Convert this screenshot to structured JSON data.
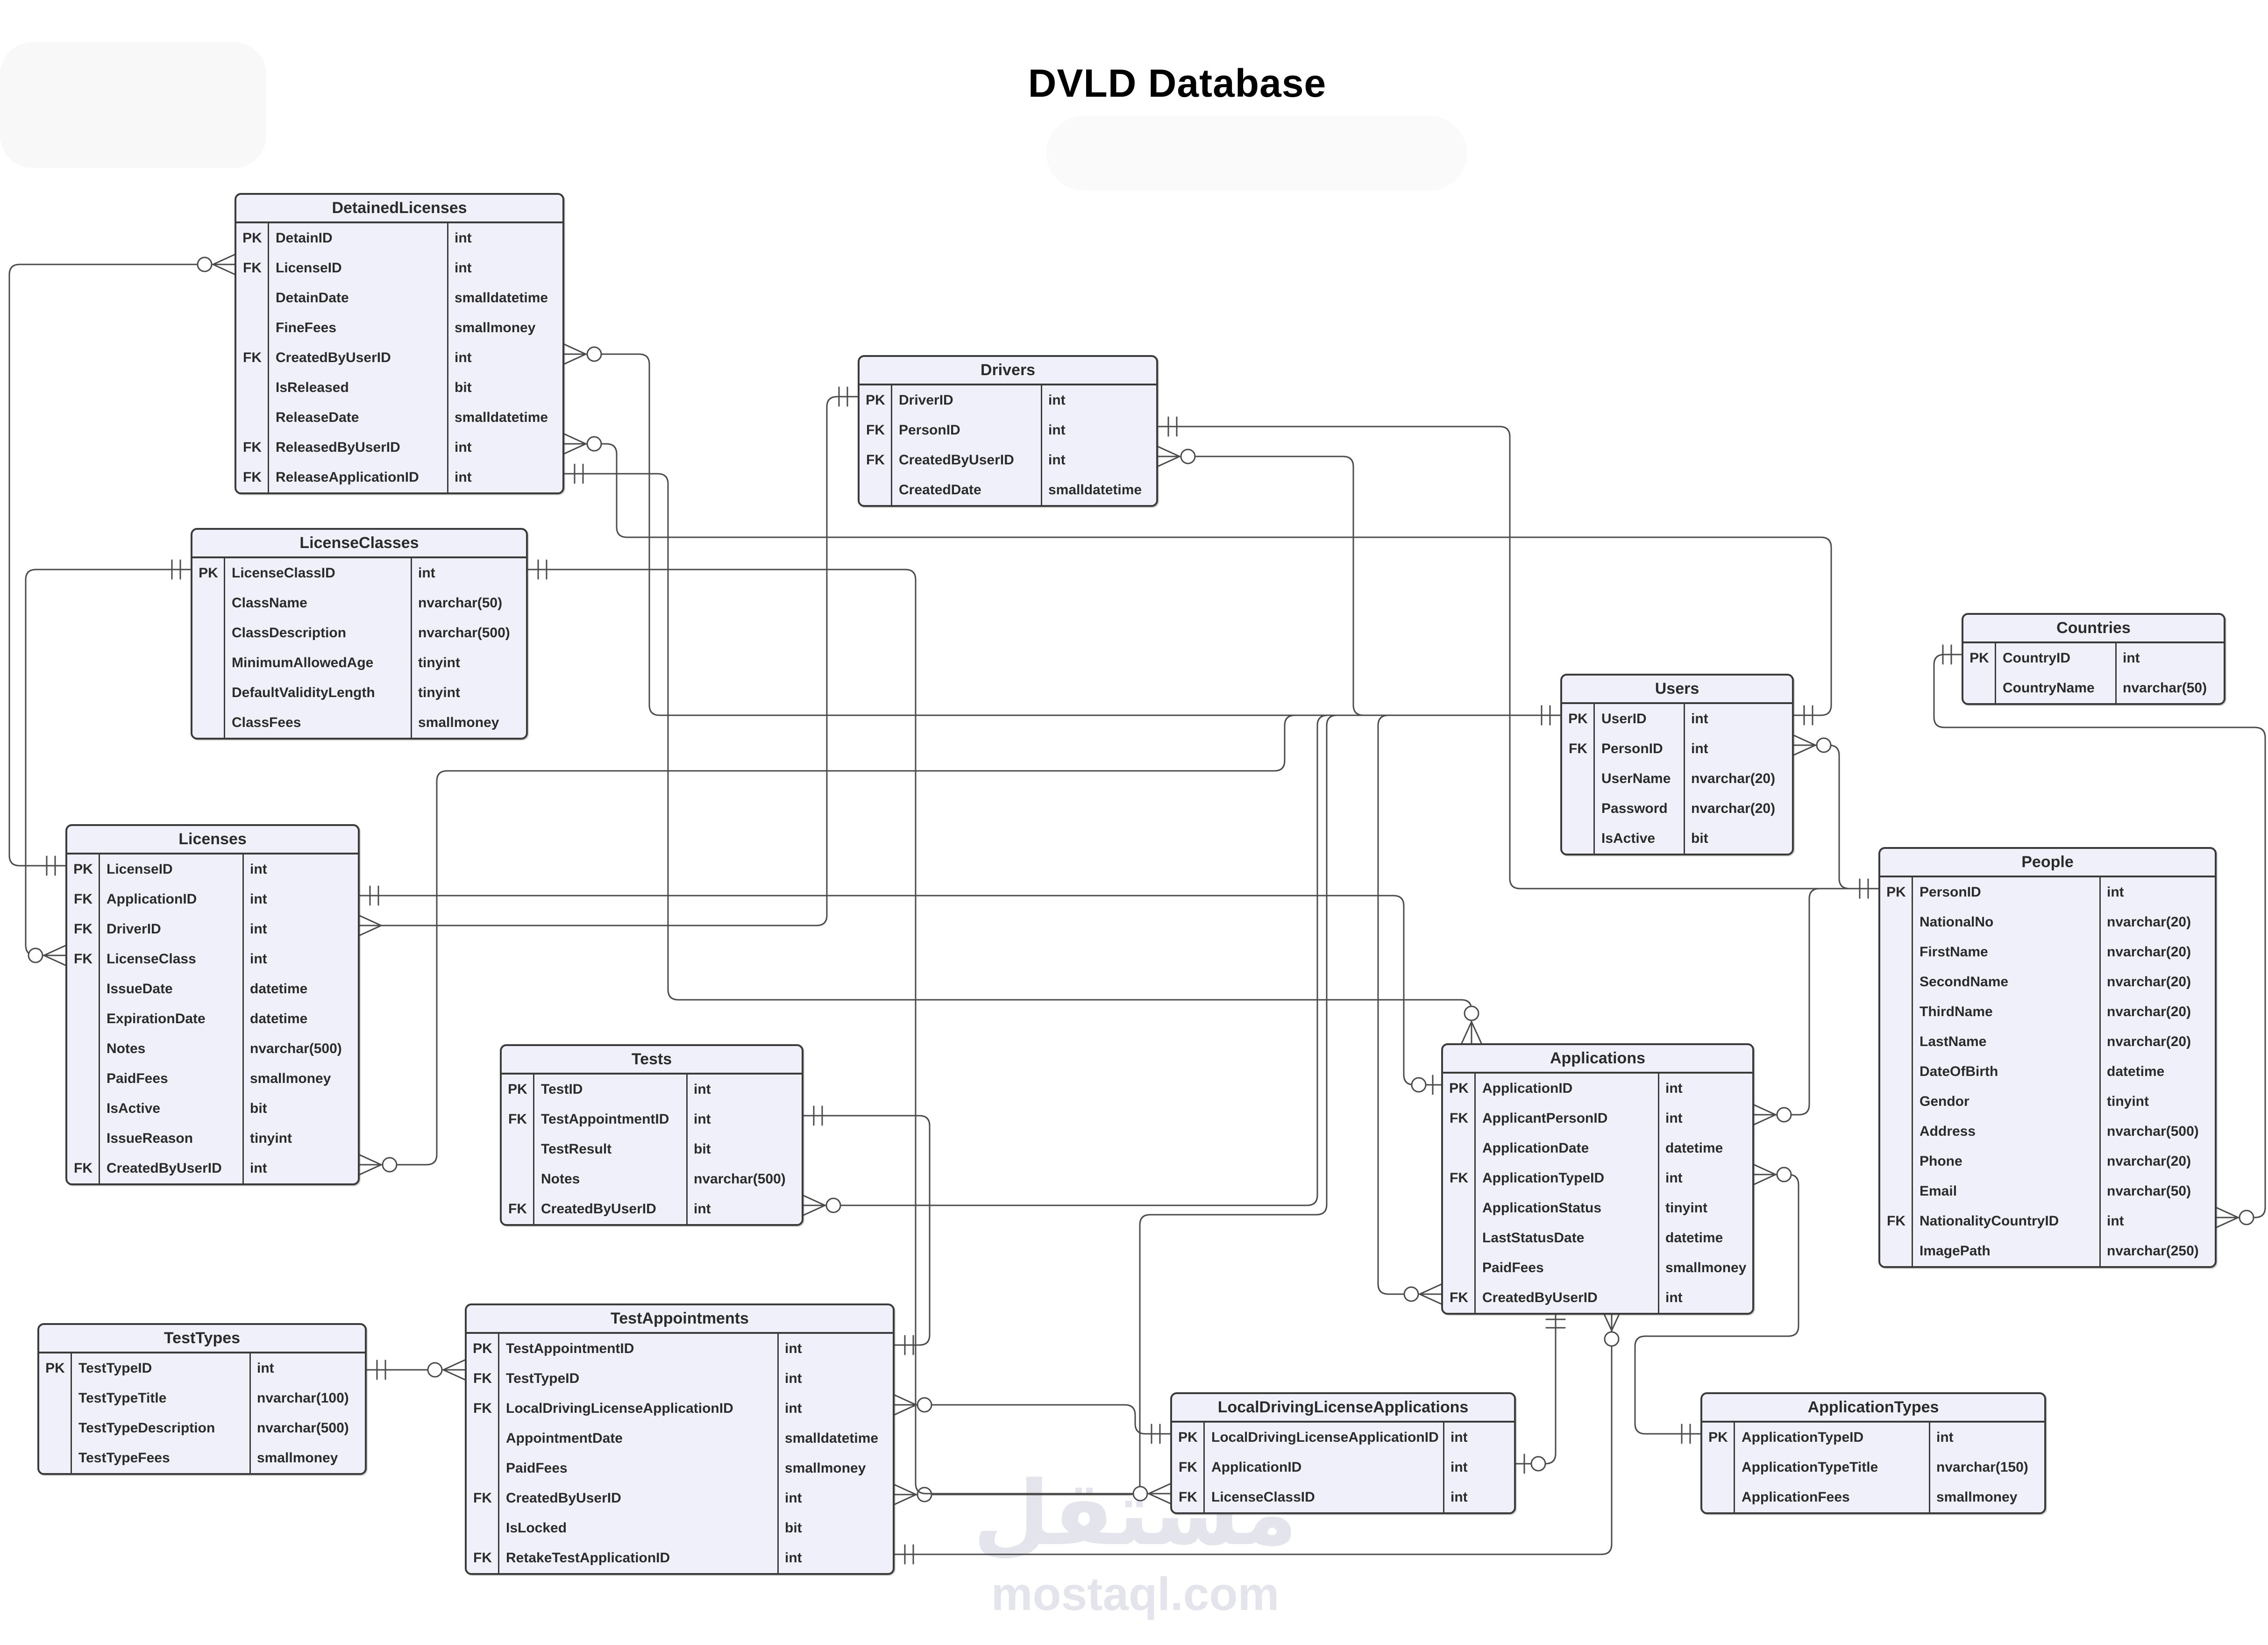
{
  "diagram": {
    "title": "DVLD Database"
  },
  "watermark": {
    "logo_text": "مستقل",
    "site_text": "mostaql.com"
  },
  "colors": {
    "table_fill": "#f0f0fb",
    "table_border": "#3b3b3b",
    "line": "#4b4b4b",
    "text": "#2b2b2b",
    "watermark": "#e4e4ec"
  },
  "tables": [
    {
      "name": "DetainedLicenses",
      "fields": [
        {
          "key": "PK",
          "name": "DetainID",
          "type": "int"
        },
        {
          "key": "FK",
          "name": "LicenseID",
          "type": "int"
        },
        {
          "key": "",
          "name": "DetainDate",
          "type": "smalldatetime"
        },
        {
          "key": "",
          "name": "FineFees",
          "type": "smallmoney"
        },
        {
          "key": "FK",
          "name": "CreatedByUserID",
          "type": "int"
        },
        {
          "key": "",
          "name": "IsReleased",
          "type": "bit"
        },
        {
          "key": "",
          "name": "ReleaseDate",
          "type": "smalldatetime"
        },
        {
          "key": "FK",
          "name": "ReleasedByUserID",
          "type": "int"
        },
        {
          "key": "FK",
          "name": "ReleaseApplicationID",
          "type": "int"
        }
      ]
    },
    {
      "name": "Drivers",
      "fields": [
        {
          "key": "PK",
          "name": "DriverID",
          "type": "int"
        },
        {
          "key": "FK",
          "name": "PersonID",
          "type": "int"
        },
        {
          "key": "FK",
          "name": "CreatedByUserID",
          "type": "int"
        },
        {
          "key": "",
          "name": "CreatedDate",
          "type": "smalldatetime"
        }
      ]
    },
    {
      "name": "LicenseClasses",
      "fields": [
        {
          "key": "PK",
          "name": "LicenseClassID",
          "type": "int"
        },
        {
          "key": "",
          "name": "ClassName",
          "type": "nvarchar(50)"
        },
        {
          "key": "",
          "name": "ClassDescription",
          "type": "nvarchar(500)"
        },
        {
          "key": "",
          "name": "MinimumAllowedAge",
          "type": "tinyint"
        },
        {
          "key": "",
          "name": "DefaultValidityLength",
          "type": "tinyint"
        },
        {
          "key": "",
          "name": "ClassFees",
          "type": "smallmoney"
        }
      ]
    },
    {
      "name": "Countries",
      "fields": [
        {
          "key": "PK",
          "name": "CountryID",
          "type": "int"
        },
        {
          "key": "",
          "name": "CountryName",
          "type": "nvarchar(50)"
        }
      ]
    },
    {
      "name": "Users",
      "fields": [
        {
          "key": "PK",
          "name": "UserID",
          "type": "int"
        },
        {
          "key": "FK",
          "name": "PersonID",
          "type": "int"
        },
        {
          "key": "",
          "name": "UserName",
          "type": "nvarchar(20)"
        },
        {
          "key": "",
          "name": "Password",
          "type": "nvarchar(20)"
        },
        {
          "key": "",
          "name": "IsActive",
          "type": "bit"
        }
      ]
    },
    {
      "name": "Licenses",
      "fields": [
        {
          "key": "PK",
          "name": "LicenseID",
          "type": "int"
        },
        {
          "key": "FK",
          "name": "ApplicationID",
          "type": "int"
        },
        {
          "key": "FK",
          "name": "DriverID",
          "type": "int"
        },
        {
          "key": "FK",
          "name": "LicenseClass",
          "type": "int"
        },
        {
          "key": "",
          "name": "IssueDate",
          "type": "datetime"
        },
        {
          "key": "",
          "name": "ExpirationDate",
          "type": "datetime"
        },
        {
          "key": "",
          "name": "Notes",
          "type": "nvarchar(500)"
        },
        {
          "key": "",
          "name": "PaidFees",
          "type": "smallmoney"
        },
        {
          "key": "",
          "name": "IsActive",
          "type": "bit"
        },
        {
          "key": "",
          "name": "IssueReason",
          "type": "tinyint"
        },
        {
          "key": "FK",
          "name": "CreatedByUserID",
          "type": "int"
        }
      ]
    },
    {
      "name": "People",
      "fields": [
        {
          "key": "PK",
          "name": "PersonID",
          "type": "int"
        },
        {
          "key": "",
          "name": "NationalNo",
          "type": "nvarchar(20)"
        },
        {
          "key": "",
          "name": "FirstName",
          "type": "nvarchar(20)"
        },
        {
          "key": "",
          "name": "SecondName",
          "type": "nvarchar(20)"
        },
        {
          "key": "",
          "name": "ThirdName",
          "type": "nvarchar(20)"
        },
        {
          "key": "",
          "name": "LastName",
          "type": "nvarchar(20)"
        },
        {
          "key": "",
          "name": "DateOfBirth",
          "type": "datetime"
        },
        {
          "key": "",
          "name": "Gendor",
          "type": "tinyint"
        },
        {
          "key": "",
          "name": "Address",
          "type": "nvarchar(500)"
        },
        {
          "key": "",
          "name": "Phone",
          "type": "nvarchar(20)"
        },
        {
          "key": "",
          "name": "Email",
          "type": "nvarchar(50)"
        },
        {
          "key": "FK",
          "name": "NationalityCountryID",
          "type": "int"
        },
        {
          "key": "",
          "name": "ImagePath",
          "type": "nvarchar(250)"
        }
      ]
    },
    {
      "name": "Tests",
      "fields": [
        {
          "key": "PK",
          "name": "TestID",
          "type": "int"
        },
        {
          "key": "FK",
          "name": "TestAppointmentID",
          "type": "int"
        },
        {
          "key": "",
          "name": "TestResult",
          "type": "bit"
        },
        {
          "key": "",
          "name": "Notes",
          "type": "nvarchar(500)"
        },
        {
          "key": "FK",
          "name": "CreatedByUserID",
          "type": "int"
        }
      ]
    },
    {
      "name": "Applications",
      "fields": [
        {
          "key": "PK",
          "name": "ApplicationID",
          "type": "int"
        },
        {
          "key": "FK",
          "name": "ApplicantPersonID",
          "type": "int"
        },
        {
          "key": "",
          "name": "ApplicationDate",
          "type": "datetime"
        },
        {
          "key": "FK",
          "name": "ApplicationTypeID",
          "type": "int"
        },
        {
          "key": "",
          "name": "ApplicationStatus",
          "type": "tinyint"
        },
        {
          "key": "",
          "name": "LastStatusDate",
          "type": "datetime"
        },
        {
          "key": "",
          "name": "PaidFees",
          "type": "smallmoney"
        },
        {
          "key": "FK",
          "name": "CreatedByUserID",
          "type": "int"
        }
      ]
    },
    {
      "name": "TestTypes",
      "fields": [
        {
          "key": "PK",
          "name": "TestTypeID",
          "type": "int"
        },
        {
          "key": "",
          "name": "TestTypeTitle",
          "type": "nvarchar(100)"
        },
        {
          "key": "",
          "name": "TestTypeDescription",
          "type": "nvarchar(500)"
        },
        {
          "key": "",
          "name": "TestTypeFees",
          "type": "smallmoney"
        }
      ]
    },
    {
      "name": "TestAppointments",
      "fields": [
        {
          "key": "PK",
          "name": "TestAppointmentID",
          "type": "int"
        },
        {
          "key": "FK",
          "name": "TestTypeID",
          "type": "int"
        },
        {
          "key": "FK",
          "name": "LocalDrivingLicenseApplicationID",
          "type": "int"
        },
        {
          "key": "",
          "name": "AppointmentDate",
          "type": "smalldatetime"
        },
        {
          "key": "",
          "name": "PaidFees",
          "type": "smallmoney"
        },
        {
          "key": "FK",
          "name": "CreatedByUserID",
          "type": "int"
        },
        {
          "key": "",
          "name": "IsLocked",
          "type": "bit"
        },
        {
          "key": "FK",
          "name": "RetakeTestApplicationID",
          "type": "int"
        }
      ]
    },
    {
      "name": "LocalDrivingLicenseApplications",
      "fields": [
        {
          "key": "PK",
          "name": "LocalDrivingLicenseApplicationID",
          "type": "int"
        },
        {
          "key": "FK",
          "name": "ApplicationID",
          "type": "int"
        },
        {
          "key": "FK",
          "name": "LicenseClassID",
          "type": "int"
        }
      ]
    },
    {
      "name": "ApplicationTypes",
      "fields": [
        {
          "key": "PK",
          "name": "ApplicationTypeID",
          "type": "int"
        },
        {
          "key": "",
          "name": "ApplicationTypeTitle",
          "type": "nvarchar(150)"
        },
        {
          "key": "",
          "name": "ApplicationFees",
          "type": "smallmoney"
        }
      ]
    }
  ],
  "relationships": [
    {
      "from": "DetainedLicenses.LicenseID",
      "to": "Licenses.LicenseID",
      "from_card": "many-optional",
      "to_card": "one"
    },
    {
      "from": "DetainedLicenses.CreatedByUserID",
      "to": "Users.UserID",
      "from_card": "many-optional",
      "to_card": "one"
    },
    {
      "from": "DetainedLicenses.ReleasedByUserID",
      "to": "Users.UserID",
      "from_card": "many-optional",
      "to_card": "one"
    },
    {
      "from": "Drivers.CreatedByUserID",
      "to": "Users.UserID",
      "from_card": "many-optional",
      "to_card": "one"
    },
    {
      "from": "Drivers.PersonID",
      "to": "People.PersonID",
      "from_card": "one",
      "to_card": "one"
    },
    {
      "from": "Users.PersonID",
      "to": "People.PersonID",
      "from_card": "many-optional",
      "to_card": "one"
    },
    {
      "from": "People.NationalityCountryID",
      "to": "Countries.CountryID",
      "from_card": "many-optional",
      "to_card": "one"
    },
    {
      "from": "Applications.ApplicantPersonID",
      "to": "People.PersonID",
      "from_card": "many-optional",
      "to_card": "one"
    },
    {
      "from": "Applications.ApplicationTypeID",
      "to": "ApplicationTypes.ApplicationTypeID",
      "from_card": "many-optional",
      "to_card": "one"
    },
    {
      "from": "Applications.CreatedByUserID",
      "to": "Users.UserID",
      "from_card": "many-optional",
      "to_card": "one"
    },
    {
      "from": "Licenses.ApplicationID",
      "to": "Applications.ApplicationID",
      "from_card": "one",
      "to_card": "one-optional"
    },
    {
      "from": "Licenses.DriverID",
      "to": "Drivers.DriverID",
      "from_card": "many",
      "to_card": "one"
    },
    {
      "from": "Licenses.LicenseClass",
      "to": "LicenseClasses.LicenseClassID",
      "from_card": "many-optional",
      "to_card": "one"
    },
    {
      "from": "Licenses.CreatedByUserID",
      "to": "Users.UserID",
      "from_card": "many-optional",
      "to_card": "one"
    },
    {
      "from": "Tests.TestAppointmentID",
      "to": "TestAppointments.TestAppointmentID",
      "from_card": "one",
      "to_card": "one"
    },
    {
      "from": "Tests.CreatedByUserID",
      "to": "Users.UserID",
      "from_card": "many-optional",
      "to_card": "one"
    },
    {
      "from": "TestAppointments.TestTypeID",
      "to": "TestTypes.TestTypeID",
      "from_card": "many-optional",
      "to_card": "one"
    },
    {
      "from": "TestAppointments.LocalDrivingLicenseApplicationID",
      "to": "LocalDrivingLicenseApplications.LocalDrivingLicenseApplicationID",
      "from_card": "many-optional",
      "to_card": "one"
    },
    {
      "from": "TestAppointments.CreatedByUserID",
      "to": "Users.UserID",
      "from_card": "many-optional",
      "to_card": "one"
    },
    {
      "from": "TestAppointments.RetakeTestApplicationID",
      "to": "Applications.ApplicationID",
      "from_card": "one",
      "to_card": "many-optional"
    },
    {
      "from": "LocalDrivingLicenseApplications.ApplicationID",
      "to": "Applications.ApplicationID",
      "from_card": "one-optional",
      "to_card": "one"
    },
    {
      "from": "LocalDrivingLicenseApplications.LicenseClassID",
      "to": "LicenseClasses.LicenseClassID",
      "from_card": "many-optional",
      "to_card": "one"
    },
    {
      "from": "DetainedLicenses.ReleaseApplicationID",
      "to": "Applications.ApplicationID",
      "from_card": "one",
      "to_card": "many-optional"
    }
  ]
}
